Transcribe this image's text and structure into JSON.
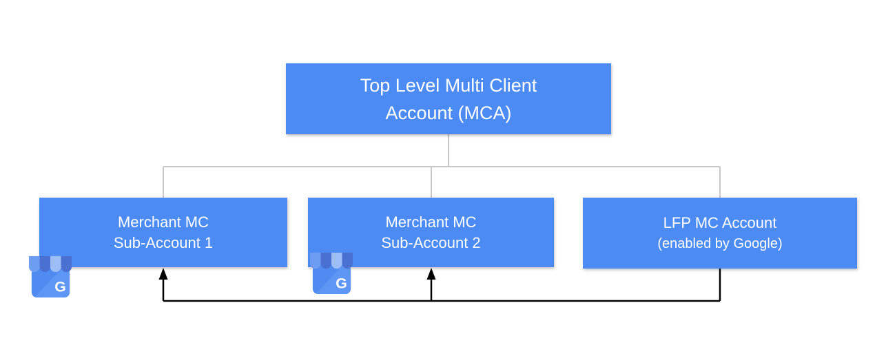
{
  "diagram": {
    "nodes": {
      "root": {
        "line1": "Top Level Multi Client",
        "line2": "Account (MCA)"
      },
      "sub1": {
        "line1": "Merchant MC",
        "line2": "Sub-Account 1"
      },
      "sub2": {
        "line1": "Merchant MC",
        "line2": "Sub-Account 2"
      },
      "lfp": {
        "line1": "LFP MC Account",
        "line2": "(enabled by Google)"
      }
    },
    "edges": [
      {
        "from": "root",
        "to": "sub1",
        "style": "tree-line"
      },
      {
        "from": "root",
        "to": "sub2",
        "style": "tree-line"
      },
      {
        "from": "root",
        "to": "lfp",
        "style": "tree-line"
      },
      {
        "from": "lfp",
        "to": "sub1",
        "style": "black-arrow"
      },
      {
        "from": "lfp",
        "to": "sub2",
        "style": "black-arrow"
      }
    ],
    "icons": {
      "sub1_icon": "google-my-business-icon",
      "sub2_icon": "google-my-business-icon",
      "icon_letter": "G"
    },
    "colors": {
      "node_fill": "#4c8bf4",
      "node_text": "#ffffff",
      "tree_connector": "#c9c9c9",
      "arrow": "#000000",
      "icon_body_blue": "#4f8bf0",
      "icon_stripe_medium": "#6d9df2",
      "icon_stripe_dark": "#4a70d2",
      "icon_stripe_pale": "#9cbdf6",
      "background": "#ffffff"
    }
  }
}
